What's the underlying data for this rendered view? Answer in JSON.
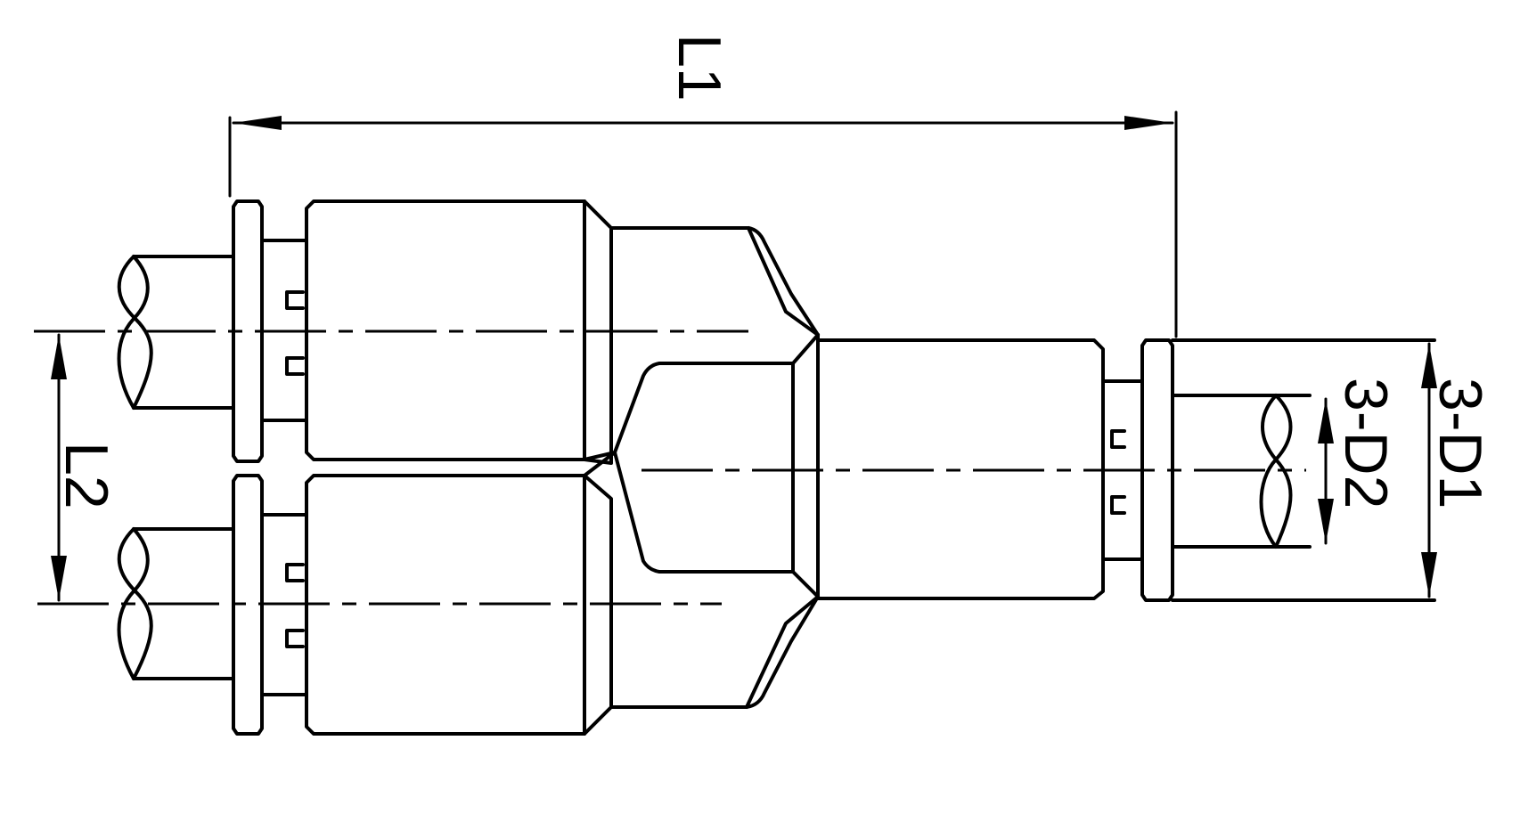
{
  "labels": {
    "overall_length": "L1",
    "branch_spacing": "L2",
    "tube_od_large": "3-D1",
    "tube_od_small": "3-D2"
  },
  "colors": {
    "stroke": "#000000",
    "background": "#ffffff"
  }
}
